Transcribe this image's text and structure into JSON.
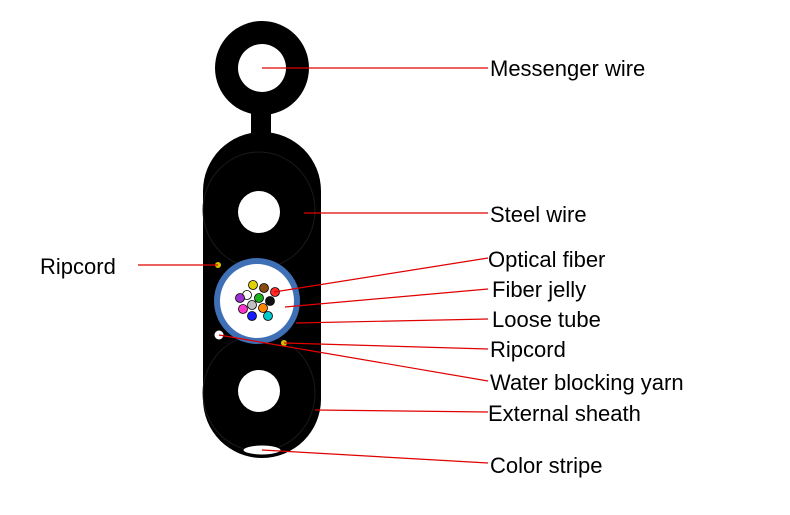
{
  "labels": {
    "messenger_wire": "Messenger wire",
    "steel_wire": "Steel wire",
    "ripcord_left": "Ripcord",
    "optical_fiber": "Optical fiber",
    "fiber_jelly": "Fiber jelly",
    "loose_tube": "Loose tube",
    "ripcord_right": "Ripcord",
    "water_blocking_yarn": "Water blocking yarn",
    "external_sheath": "External sheath",
    "color_stripe": "Color stripe"
  },
  "colors": {
    "sheath": "#000000",
    "leader_line": "#e00000",
    "loose_tube_ring": "#3f6fb5",
    "ripcord": "#d8c000",
    "fibers": [
      "#ff2a2a",
      "#e0d000",
      "#ffffff",
      "#1cb01c",
      "#8a4a10",
      "#ff33cc",
      "#111111",
      "#1a1aff",
      "#9b30d0",
      "#00c8c8",
      "#ff8800",
      "#c0c0c0"
    ]
  }
}
